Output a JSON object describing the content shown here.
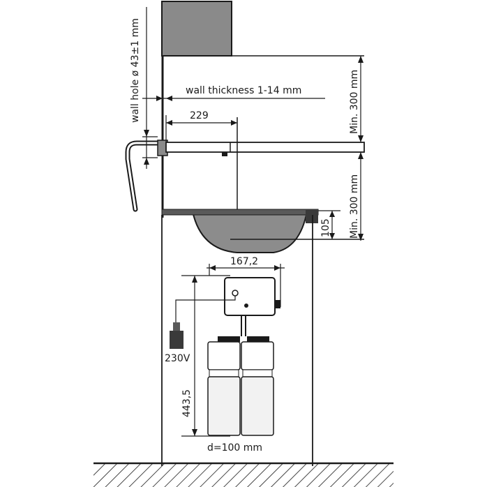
{
  "labels": {
    "wall_hole": "wall hole ø 43±1 mm",
    "wall_thickness": "wall thickness 1-14 mm",
    "dim_229": "229",
    "min_300_top": "Min. 300 mm",
    "min_300_bottom": "Min. 300 mm",
    "dim_105": "105",
    "dim_167": "167,2",
    "dim_443": "443,5",
    "voltage": "230V",
    "filter_diameter": "d=100 mm"
  },
  "colors": {
    "wall_gray": "#8a8a8a",
    "sink_gray": "#8c8c8c",
    "line": "#1a1a1a",
    "plug": "#3a3a3a",
    "cartridge": "#f2f2f2"
  }
}
